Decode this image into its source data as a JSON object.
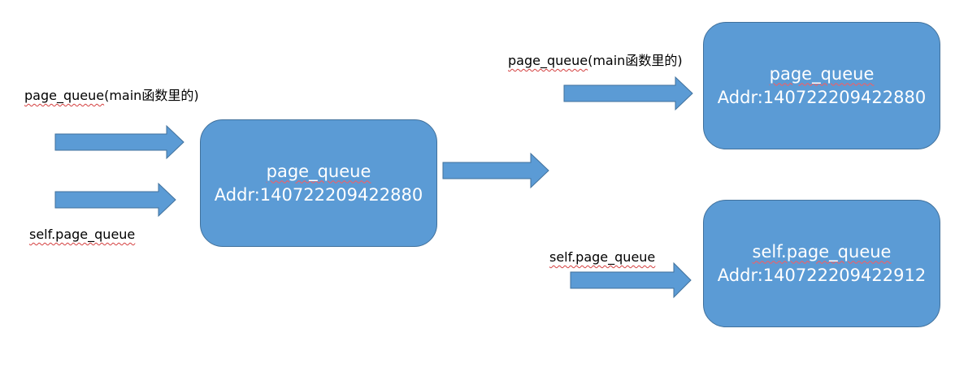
{
  "colors": {
    "box_fill": "#5B9BD5",
    "box_border": "#41719C",
    "arrow_fill": "#5B9BD5",
    "text_on_box": "#FFFFFF",
    "label_text": "#000000",
    "spellcheck_underline": "#D43F3F"
  },
  "labels": {
    "left_main": {
      "word": "page_queue",
      "rest": "(main函数里的)"
    },
    "left_self": "self.page_queue",
    "right_main": {
      "word": "page_queue",
      "rest": "(main函数里的)"
    },
    "right_self": "self.page_queue"
  },
  "boxes": {
    "center": {
      "name": "page_queue",
      "addr": "Addr:140722209422880"
    },
    "top_right": {
      "name": "page_queue",
      "addr": "Addr:140722209422880"
    },
    "bottom_right": {
      "name": "self.page_queue",
      "addr": "Addr:140722209422912"
    }
  }
}
